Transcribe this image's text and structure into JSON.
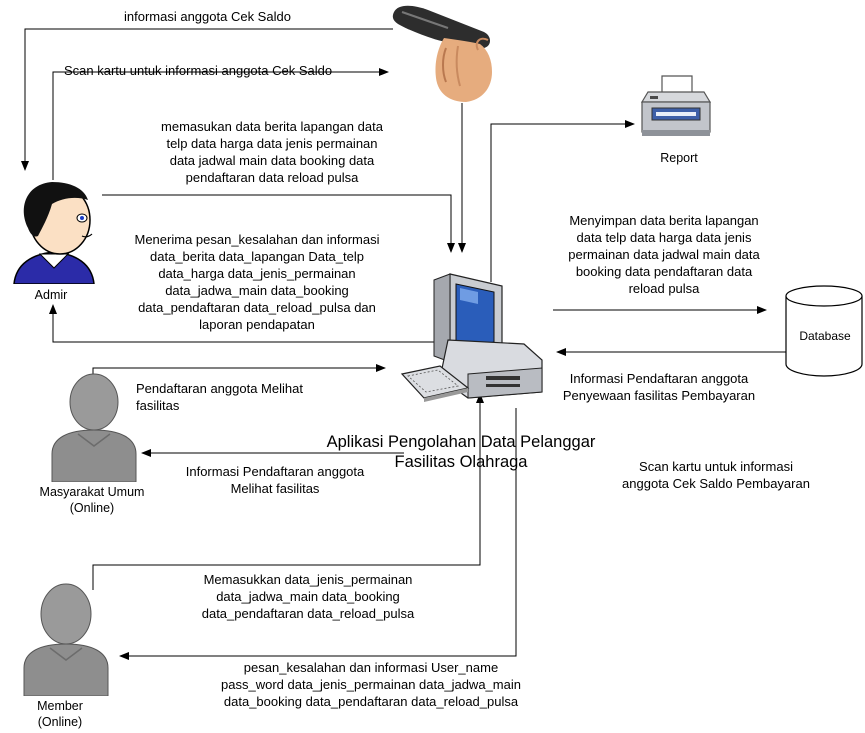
{
  "nodes": {
    "admin": "Admir",
    "masyarakat": [
      "Masyarakat Umum",
      "(Online)"
    ],
    "member": [
      "Member",
      "(Online)"
    ],
    "report": "Report",
    "database": "Database",
    "system": [
      "Aplikasi Pengolahan Data Pelanggar",
      "Fasilitas Olahraga"
    ]
  },
  "flows": {
    "scanner_to_admin": [
      "informasi anggota  Cek Saldo"
    ],
    "admin_to_scanner": [
      "Scan kartu untuk informasi anggota  Cek Saldo"
    ],
    "admin_to_system": [
      "memasukan data berita  lapangan  data",
      "telp  data harga data jenis permainan",
      "data jadwal main  data booking  data",
      "pendaftaran  data reload pulsa"
    ],
    "system_to_admin": [
      "Menerima pesan_kesalahan  dan informasi",
      "data_berita  data_lapangan Data_telp",
      "data_harga  data_jenis_permainan",
      "data_jadwa_main  data_booking",
      "data_pendaftaran  data_reload_pulsa dan",
      "laporan pendapatan"
    ],
    "system_to_database": [
      "Menyimpan data berita  lapangan",
      "data telp  data harga  data jenis",
      "permainan  data jadwal main  data",
      "booking  data pendaftaran  data",
      "reload pulsa"
    ],
    "database_to_system": [
      "Informasi Pendaftaran anggota",
      "Penyewaan fasilitas  Pembayaran"
    ],
    "masyarakat_to_system": [
      "Pendaftaran anggota  Melihat",
      "fasilitas"
    ],
    "system_to_masyarakat": [
      "Informasi Pendaftaran anggota",
      "Melihat fasilitas"
    ],
    "member_to_system": [
      "Memasukkan data_jenis_permainan",
      "data_jadwa_main  data_booking",
      "data_pendaftaran  data_reload_pulsa"
    ],
    "system_to_member": [
      "pesan_kesalahan  dan informasi User_name",
      "pass_word  data_jenis_permainan  data_jadwa_main",
      "data_booking  data_pendaftaran  data_reload_pulsa"
    ],
    "system_to_scanner": [
      "Scan kartu untuk informasi",
      "anggota  Cek Saldo  Pembayaran"
    ]
  },
  "icons": [
    "admin-person-icon",
    "barcode-scanner-icon",
    "printer-icon",
    "computer-icon",
    "database-icon",
    "masyarakat-person-icon",
    "member-person-icon"
  ]
}
